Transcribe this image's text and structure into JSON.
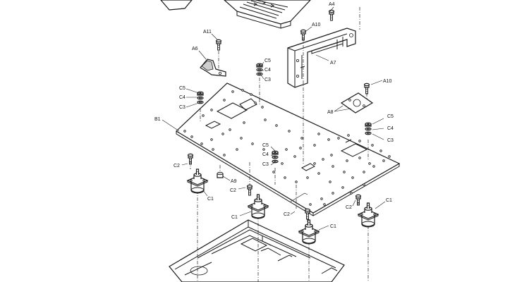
{
  "labels": {
    "a4": "A4",
    "a10_top": "A10",
    "a11": "A11",
    "a6": "A6",
    "a7": "A7",
    "a10_right": "A10",
    "a8": "A8",
    "c5_mid": "C5",
    "c4_mid": "C4",
    "c3_mid": "C3",
    "c5_left": "C5",
    "c4_left": "C4",
    "c3_left": "C3",
    "b1": "B1",
    "c5_right": "C5",
    "c4_right": "C4",
    "c3_right": "C3",
    "c5_low": "C5",
    "c4_low": "C4",
    "c3_low": "C3",
    "c2_left": "C2",
    "c1_left": "C1",
    "a9": "A9",
    "c2_midleft": "C2",
    "c1_midleft": "C1",
    "c2_center": "C2",
    "c1_center": "C1",
    "c2_right": "C2",
    "c1_right": "C1"
  }
}
